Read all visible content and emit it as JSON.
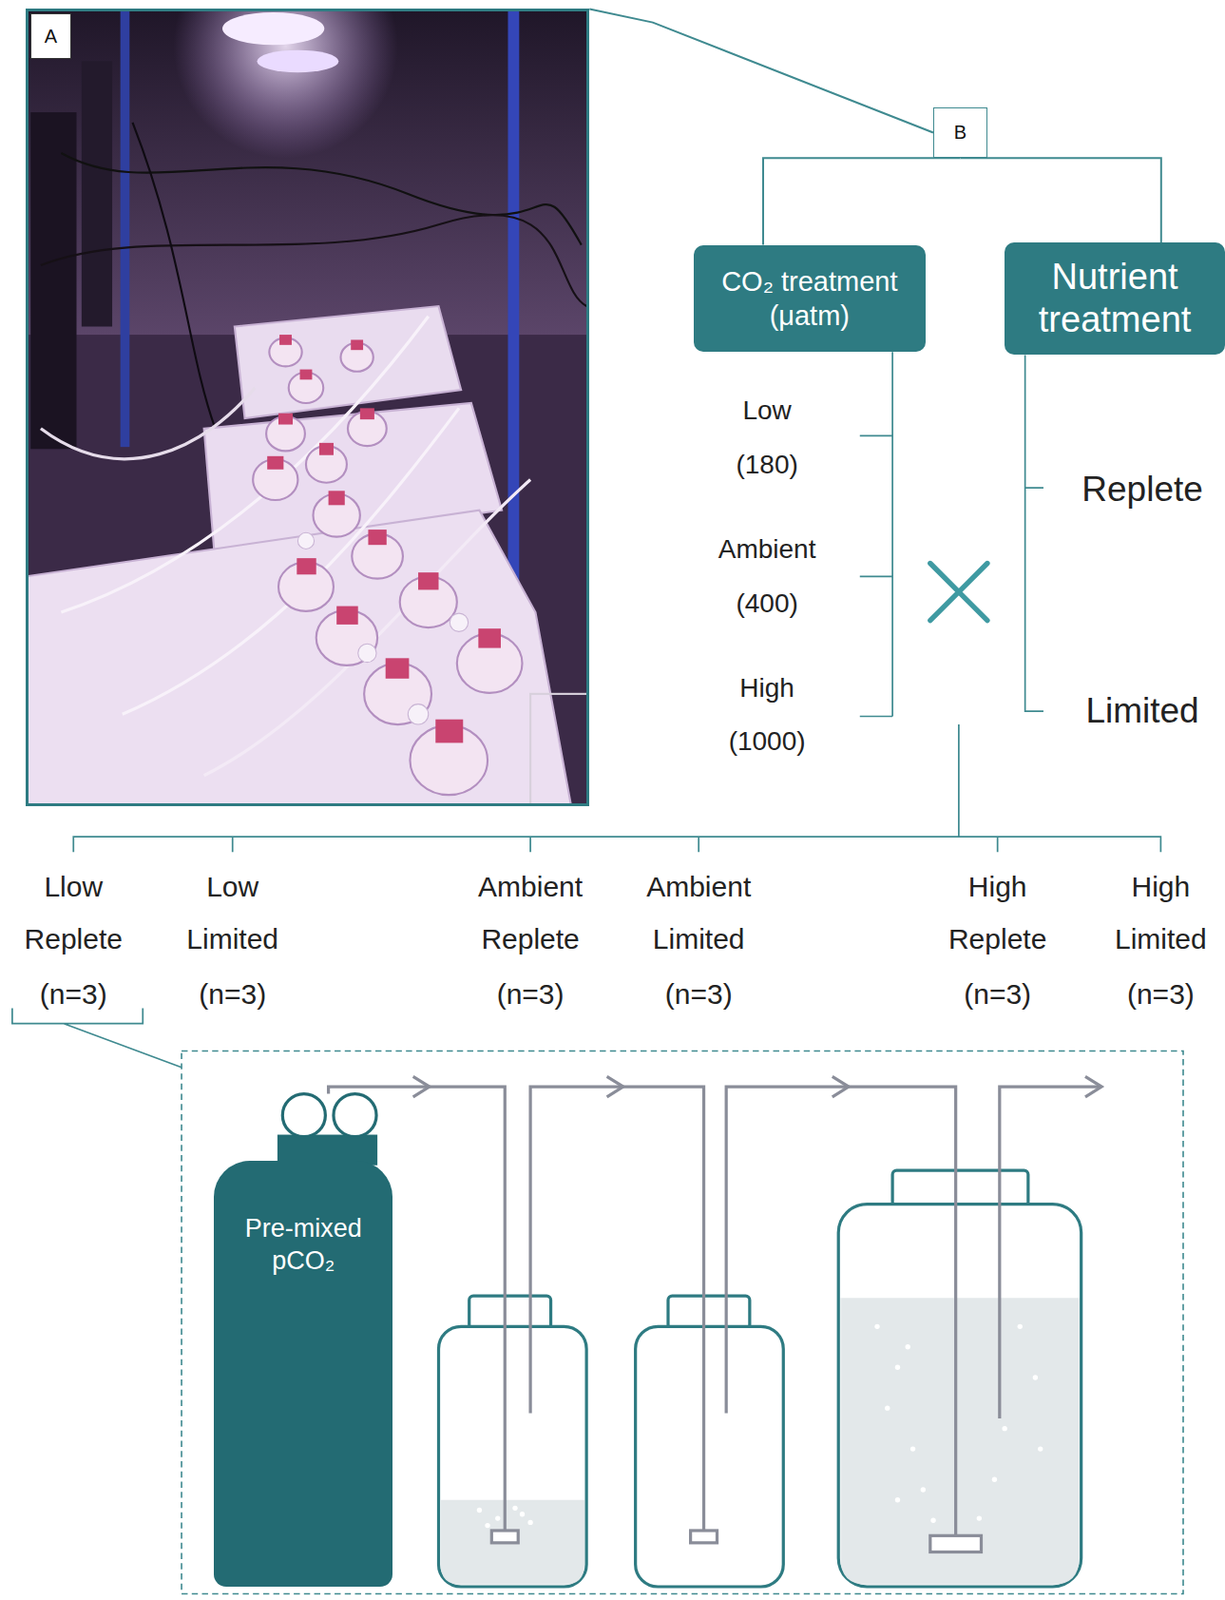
{
  "diagram": {
    "nodes": [
      {
        "text": [
          "A"
        ]
      },
      {
        "text": [
          "B"
        ]
      },
      {
        "text": [
          "CO₂ treatment (μatm)"
        ]
      },
      {
        "text": [
          "Nutrient treatment"
        ]
      },
      {
        "text": [
          "Pre-mixed pCO₂"
        ]
      }
    ],
    "edges": [
      {
        "from": 0,
        "to": 1,
        "arrow": "none"
      },
      {
        "from": 1,
        "to": 2,
        "arrow": "none"
      },
      {
        "from": 1,
        "to": 3,
        "arrow": "none"
      }
    ],
    "labels": [
      "Low",
      "(180)",
      "Ambient",
      "(400)",
      "High",
      "(1000)",
      "Replete",
      "Limited",
      "Llow",
      "Replete",
      "(n=3)",
      "Low",
      "Limited",
      "(n=3)",
      "Ambient",
      "Replete",
      "(n=3)",
      "Ambient",
      "Limited",
      "(n=3)",
      "High",
      "Replete",
      "(n=3)",
      "High",
      "Limited",
      "(n=3)"
    ]
  }
}
